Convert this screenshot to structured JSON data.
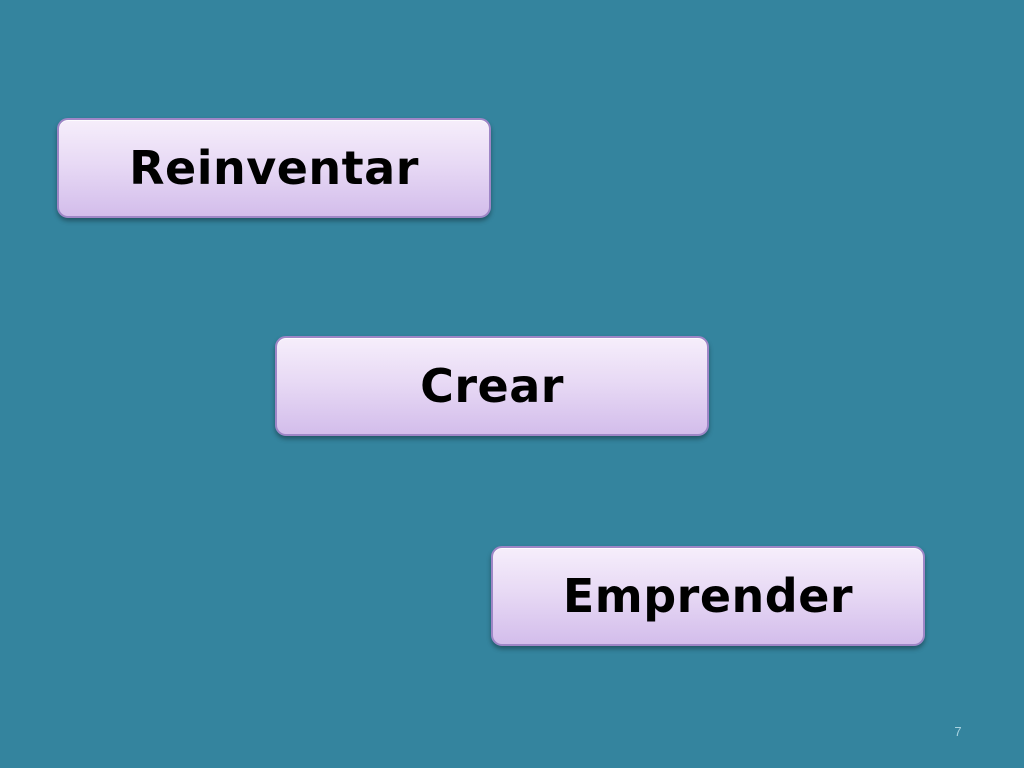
{
  "slide": {
    "background_color": "#34849E",
    "items": [
      {
        "label": "Reinventar"
      },
      {
        "label": "Crear"
      },
      {
        "label": "Emprender"
      }
    ],
    "page_number": "7"
  }
}
